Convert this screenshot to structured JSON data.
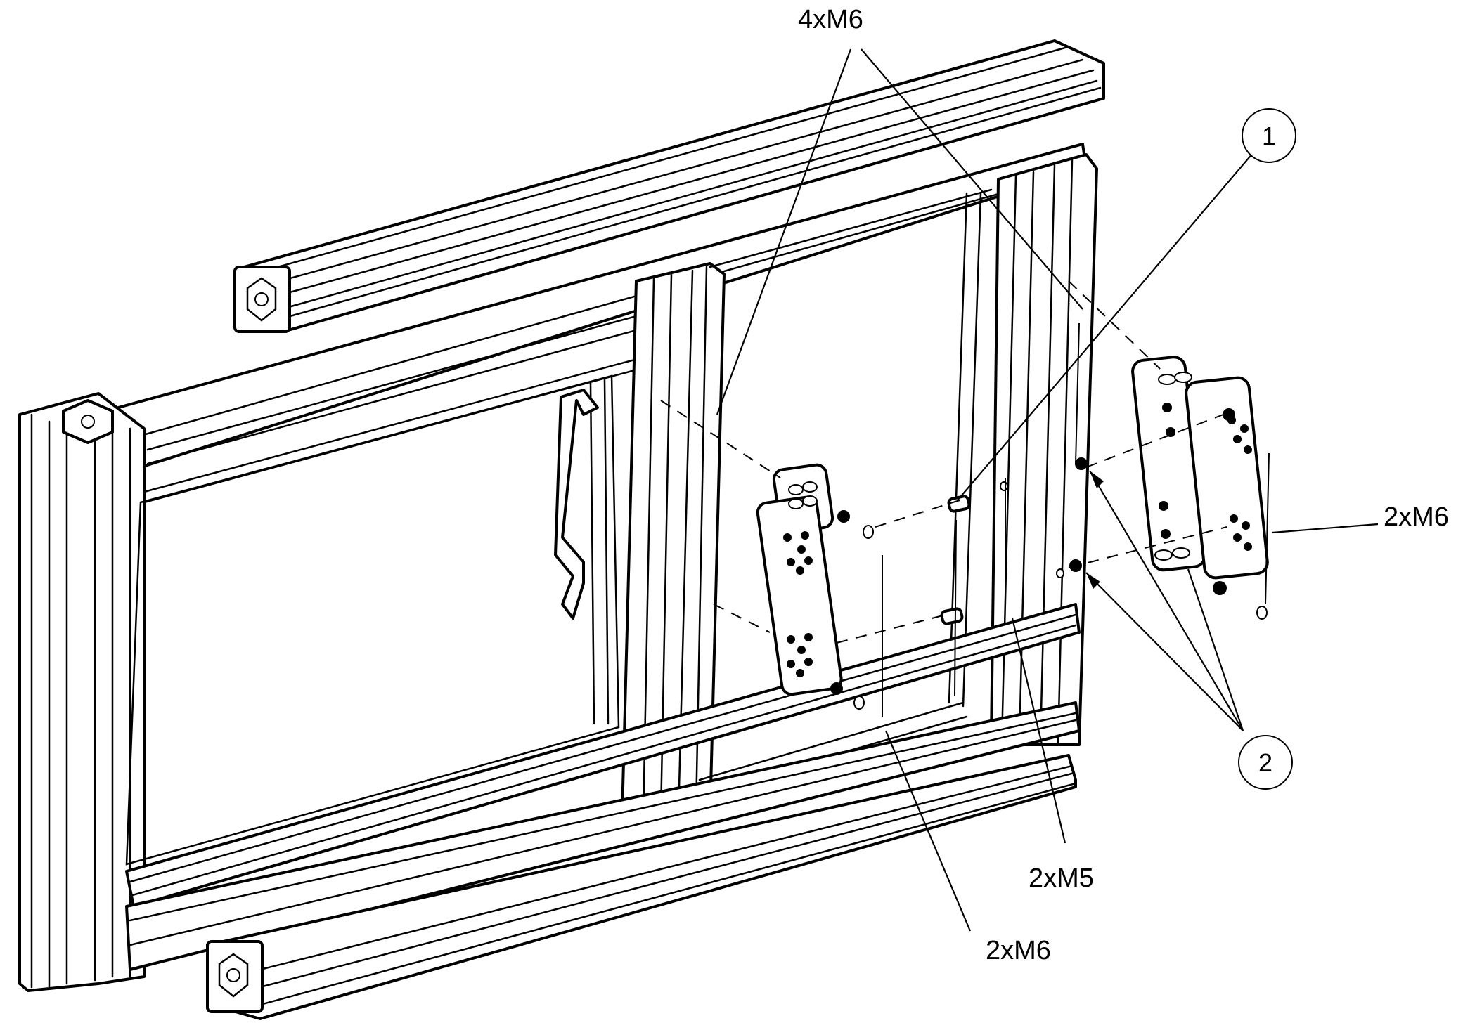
{
  "callouts": {
    "top_4xm6": "4xM6",
    "right_2xm6": "2xM6",
    "bottom_2xm5": "2xM5",
    "bottom_2xm6": "2xM6"
  },
  "balloons": {
    "item_1": "1",
    "item_2": "2"
  },
  "colors": {
    "line": "#000000",
    "background": "#ffffff"
  }
}
